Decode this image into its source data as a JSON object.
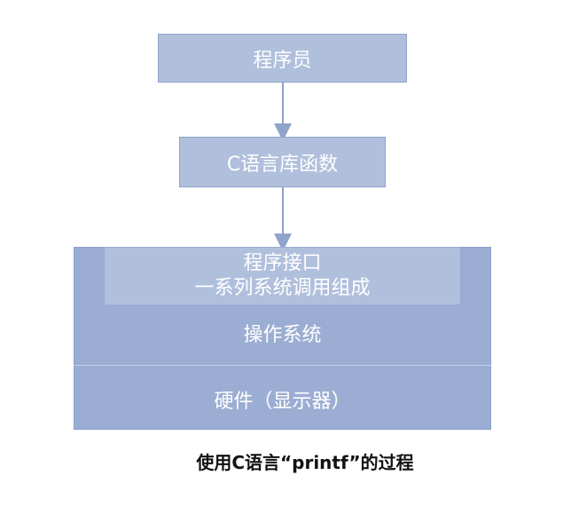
{
  "diagram": {
    "programmer": "程序员",
    "c_library": "C语言库函数",
    "api_line1": "程序接口",
    "api_line2": "一系列系统调用组成",
    "os": "操作系统",
    "hardware": "硬件（显示器）"
  },
  "caption": "使用C语言“printf”的过程",
  "colors": {
    "box_light": "#b0bfdc",
    "box_dark": "#9badd2",
    "arrow": "#8fa3cb"
  }
}
